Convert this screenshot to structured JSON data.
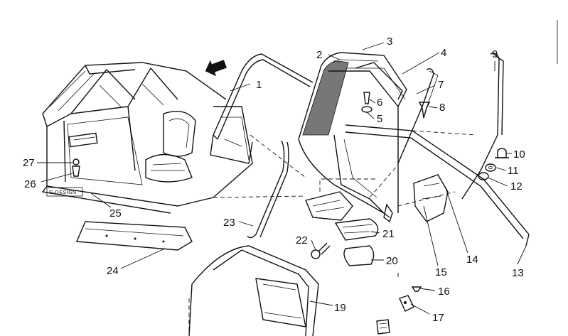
{
  "callouts": {
    "n1": "1",
    "n2": "2",
    "n3": "3",
    "n4": "4",
    "n5": "5",
    "n6": "6",
    "n7": "7",
    "n8": "8",
    "n9": "9",
    "n10": "10",
    "n11": "11",
    "n12": "12",
    "n13": "13",
    "n14": "14",
    "n15": "15",
    "n16": "16",
    "n17": "17",
    "n19": "19",
    "n20": "20",
    "n21": "21",
    "n22": "22",
    "n23": "23",
    "n24": "24",
    "n25": "25",
    "n26": "26",
    "n27": "27"
  },
  "stamp": "G-DESIGN"
}
